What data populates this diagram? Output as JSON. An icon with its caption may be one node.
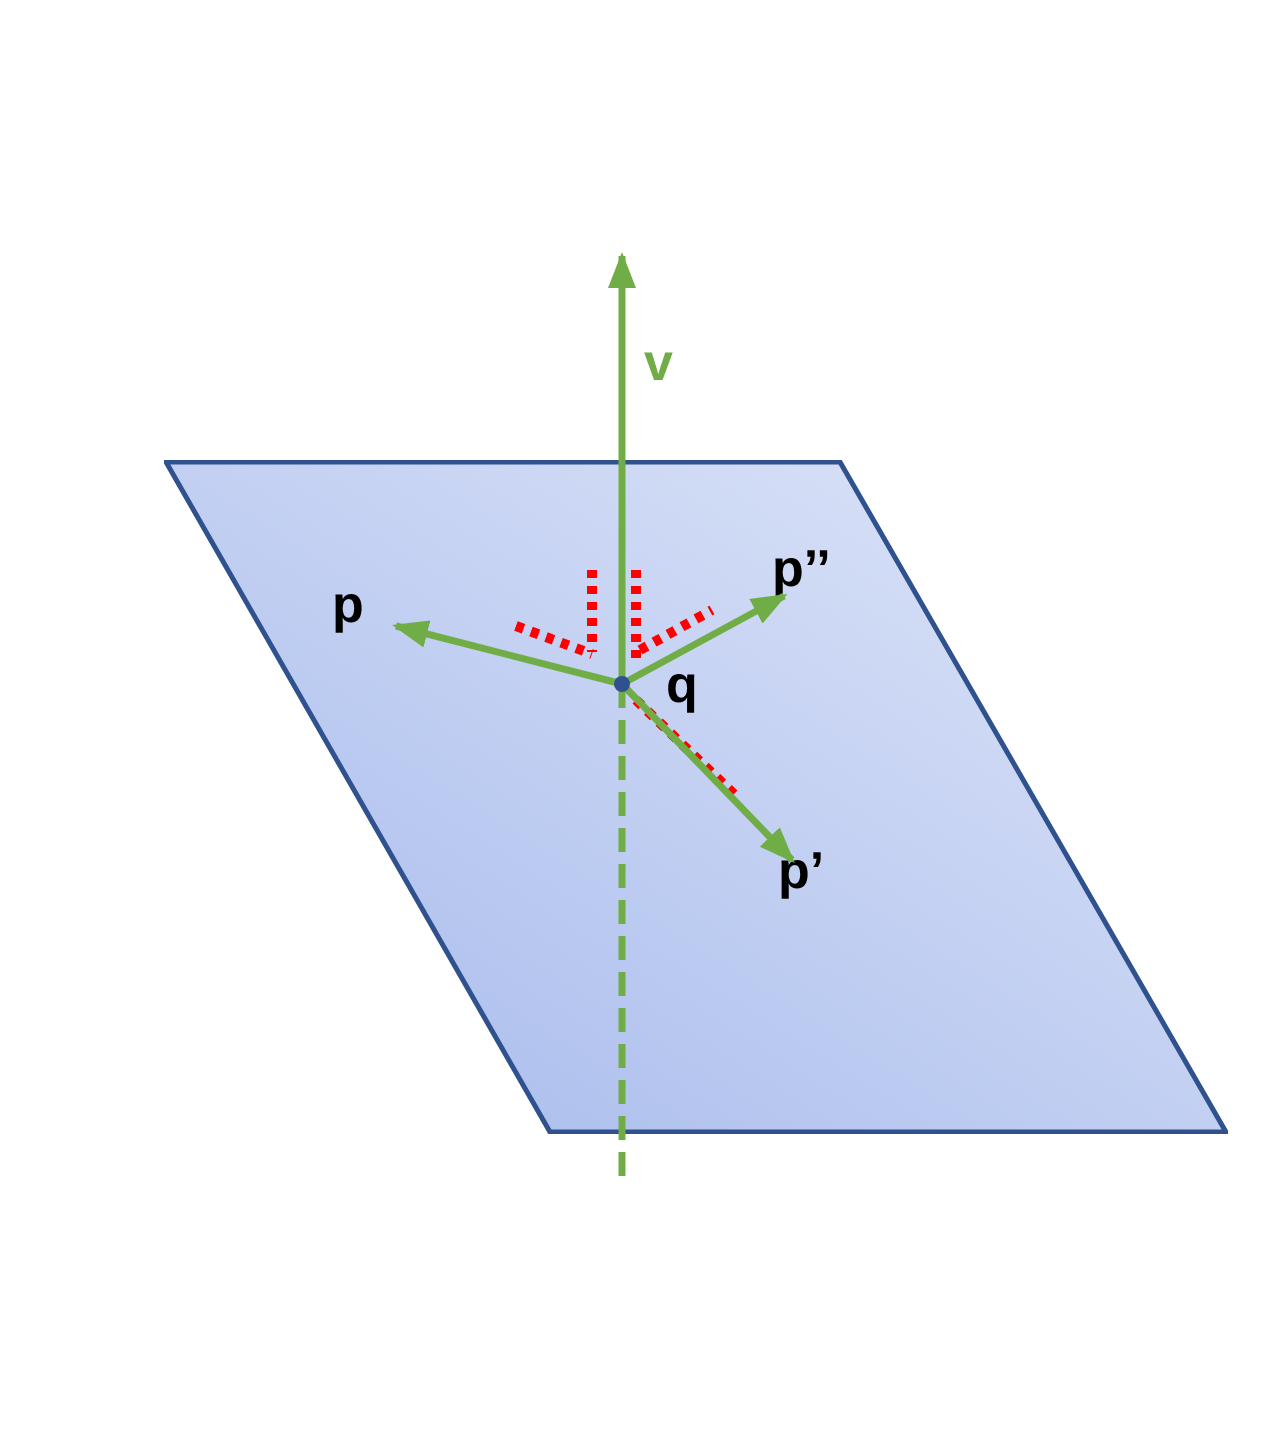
{
  "diagram": {
    "nodes": [
      {
        "text": [],
        "shape": "parallelogram"
      },
      {
        "text": [
          "v"
        ]
      },
      {
        "text": [
          "p"
        ],
        "in": 0
      },
      {
        "text": [
          "p’’"
        ],
        "in": 0
      },
      {
        "text": [
          "q"
        ],
        "in": 0
      },
      {
        "text": [
          "p’"
        ],
        "in": 0
      }
    ],
    "edges": [
      {
        "from": 4,
        "to": 1,
        "arrow": "to"
      },
      {
        "from": 4,
        "to": 2,
        "arrow": "to"
      },
      {
        "from": 4,
        "to": 3,
        "arrow": "to"
      },
      {
        "from": 4,
        "to": 5,
        "arrow": "to"
      },
      {
        "from": 4,
        "to": null,
        "arrow": "none",
        "style": "dashed"
      }
    ]
  }
}
